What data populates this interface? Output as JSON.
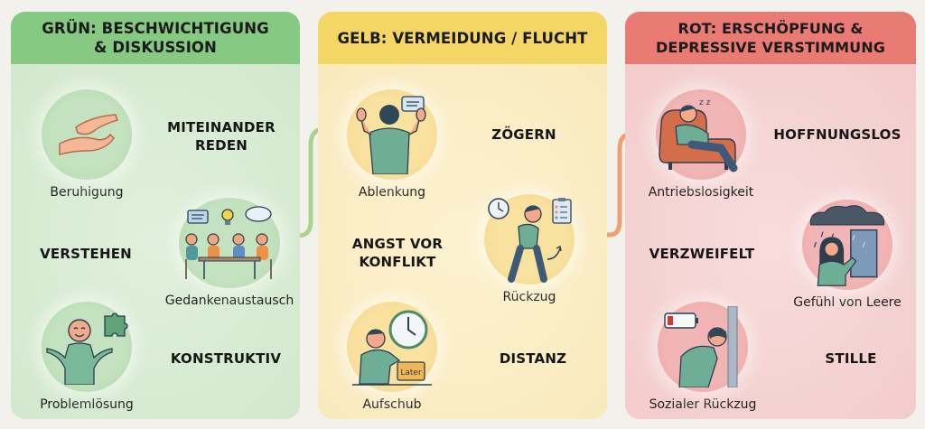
{
  "colors": {
    "green_header": "#86c982",
    "green_body": "#d6ebd2",
    "yellow_header": "#f3d665",
    "yellow_body": "#fbedc2",
    "red_header": "#ea7a74",
    "red_body": "#f6d3d3",
    "background": "#f3f1ec"
  },
  "panels": [
    {
      "color": "green",
      "title": "GRÜN: BESCHWICHTIGUNG & DISKUSSION",
      "title_line1": "GRÜN: BESCHWICHTIGUNG",
      "title_line2": "& DISKUSSION",
      "nodes": [
        {
          "label": "Beruhigung",
          "icon": "helping-hands-icon"
        },
        {
          "label": "Gedankenaustausch",
          "icon": "group-discussion-icon"
        },
        {
          "label": "Problemlösung",
          "icon": "smiling-person-puzzle-icon"
        }
      ],
      "keywords": [
        {
          "line1": "MITEINANDER",
          "line2": "REDEN"
        },
        {
          "line1": "VERSTEHEN"
        },
        {
          "line1": "KONSTRUKTIV"
        }
      ]
    },
    {
      "color": "yellow",
      "title": "GELB: VERMEIDUNG / FLUCHT",
      "nodes": [
        {
          "label": "Ablenkung",
          "icon": "person-turning-away-icon"
        },
        {
          "label": "Rückzug",
          "icon": "person-walking-away-icon"
        },
        {
          "label": "Aufschub",
          "icon": "clock-later-box-icon",
          "badge": "Later"
        }
      ],
      "keywords": [
        {
          "line1": "ZÖGERN"
        },
        {
          "line1": "ANGST VOR",
          "line2": "KONFLIKT"
        },
        {
          "line1": "DISTANZ"
        }
      ]
    },
    {
      "color": "red",
      "title": "ROT: ERSCHÖPFUNG & DEPRESSIVE VERSTIMMUNG",
      "title_line1": "ROT: ERSCHÖPFUNG &",
      "title_line2": "DEPRESSIVE VERSTIMMUNG",
      "nodes": [
        {
          "label": "Antriebslosigkeit",
          "icon": "sleeping-armchair-icon",
          "badge": "z z"
        },
        {
          "label": "Gefühl von Leere",
          "icon": "rain-cloud-window-icon"
        },
        {
          "label": "Sozialer Rückzug",
          "icon": "low-battery-person-wall-icon"
        }
      ],
      "keywords": [
        {
          "line1": "HOFFNUNGSLOS"
        },
        {
          "line1": "VERZWEIFELT"
        },
        {
          "line1": "STILLE"
        }
      ]
    }
  ]
}
